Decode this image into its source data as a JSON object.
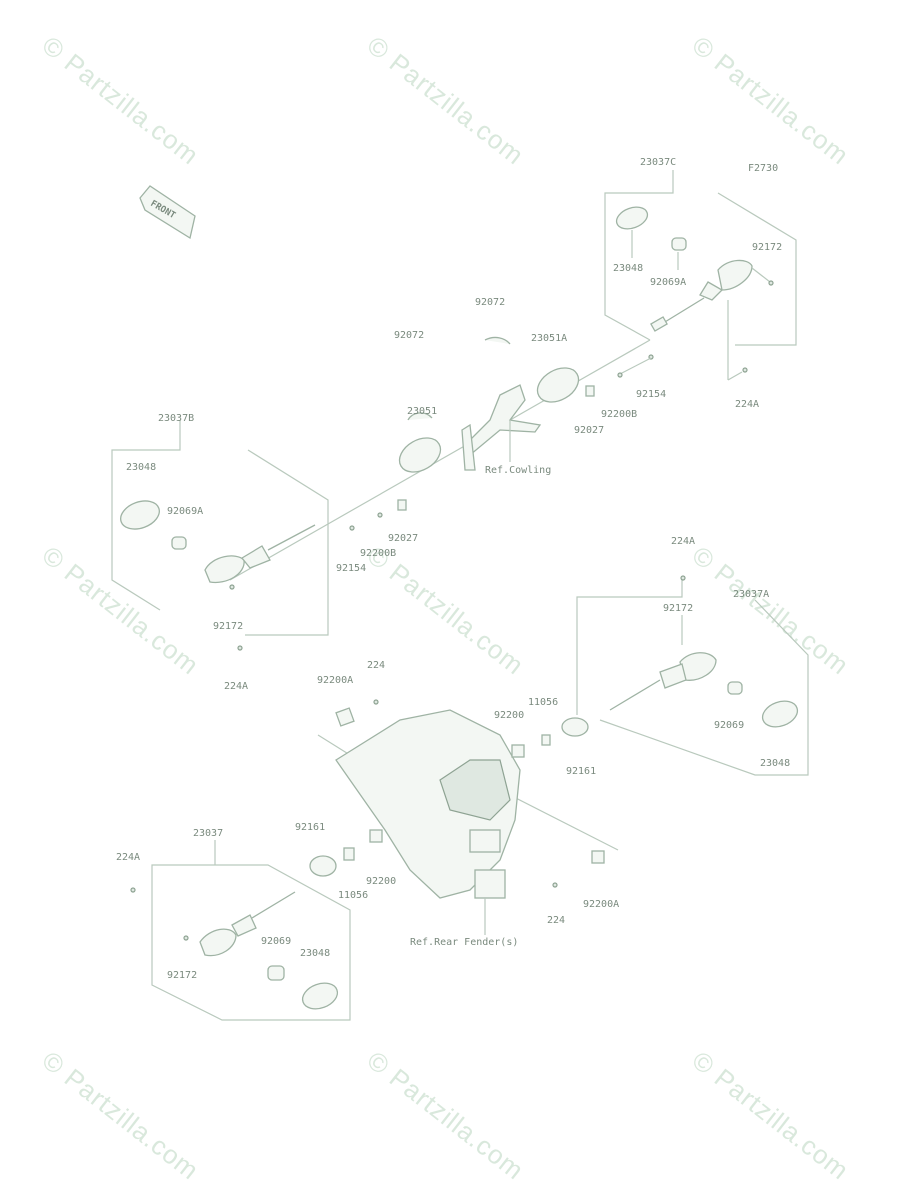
{
  "watermark": "© Partzilla.com",
  "figure_code": "F2730",
  "front_label": "FRONT",
  "labels": {
    "a": "23037C",
    "b": "23048",
    "c": "92069A",
    "d": "92172",
    "e": "224A",
    "f": "92154",
    "g": "92200B",
    "h": "92027",
    "i": "23051A",
    "j": "92072",
    "k": "92072",
    "l": "23051",
    "m": "Ref.Cowling",
    "n": "23037B",
    "o": "23048",
    "p": "92069A",
    "q": "92154",
    "r": "92200B",
    "s": "92027",
    "t": "92172",
    "u": "224A",
    "v": "224A",
    "w": "92172",
    "x": "23037A",
    "y": "92069",
    "z": "23048",
    "aa": "92200A",
    "ab": "224",
    "ac": "11056",
    "ad": "92200",
    "ae": "92161",
    "af": "23037",
    "ag": "224A",
    "ah": "92161",
    "ai": "11056",
    "aj": "92200",
    "ak": "92069",
    "al": "23048",
    "am": "92172",
    "an": "224",
    "ao": "92200A",
    "ap": "Ref.Rear Fender(s)"
  }
}
